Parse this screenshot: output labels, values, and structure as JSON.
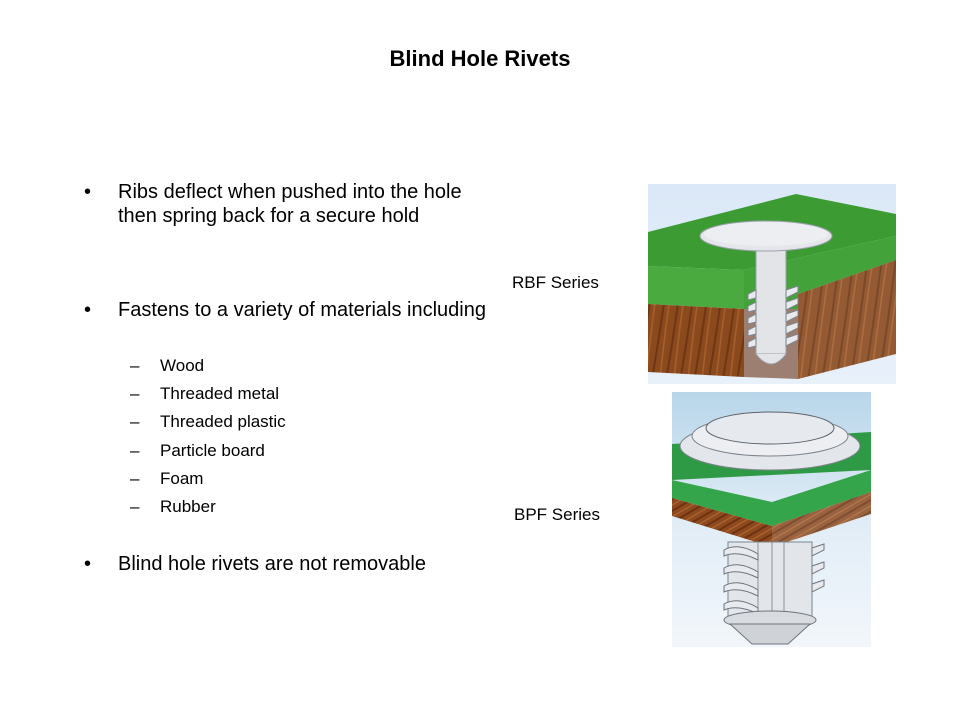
{
  "slide": {
    "title": "Blind Hole Rivets",
    "bullets": [
      {
        "marker": "•",
        "text": "Ribs deflect when pushed into the hole then spring back for a secure hold"
      },
      {
        "marker": "•",
        "text": "Fastens to a variety of materials including"
      },
      {
        "marker": "•",
        "text": "Blind hole rivets are not removable"
      }
    ],
    "sub_bullets": [
      {
        "marker": "–",
        "text": "Wood"
      },
      {
        "marker": "–",
        "text": "Threaded metal"
      },
      {
        "marker": "–",
        "text": "Threaded plastic"
      },
      {
        "marker": "–",
        "text": "Particle board"
      },
      {
        "marker": "–",
        "text": "Foam"
      },
      {
        "marker": "–",
        "text": "Rubber"
      }
    ],
    "images": [
      {
        "caption": "RBF Series",
        "depicts": "RBF rivet inserted in green panel over wood block"
      },
      {
        "caption": "BPF Series",
        "depicts": "BPF rivet through green panel and wood layer"
      }
    ],
    "colors": {
      "panel_green": "#3a9a3a",
      "wood": "#8a4a1e",
      "rivet": "#e4e6ea",
      "sky": "#dbe8f7"
    }
  }
}
